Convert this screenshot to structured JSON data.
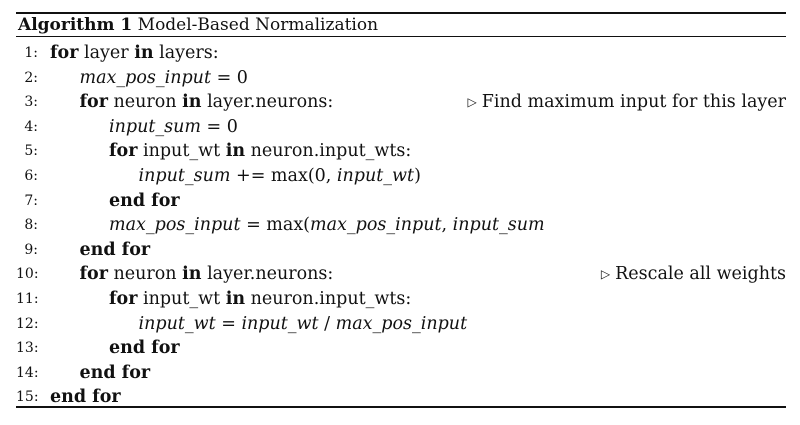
{
  "algorithm": {
    "label": "Algorithm 1",
    "title": "Model-Based Normalization",
    "lines": [
      {
        "num": "1:",
        "indent": 0,
        "parts": [
          {
            "t": "for",
            "s": "kw"
          },
          {
            "t": " layer "
          },
          {
            "t": "in",
            "s": "kw"
          },
          {
            "t": " layers:"
          }
        ]
      },
      {
        "num": "2:",
        "indent": 1,
        "parts": [
          {
            "t": "max_pos_input",
            "s": "it"
          },
          {
            "t": " = 0"
          }
        ]
      },
      {
        "num": "3:",
        "indent": 1,
        "parts": [
          {
            "t": "for",
            "s": "kw"
          },
          {
            "t": " neuron "
          },
          {
            "t": "in",
            "s": "kw"
          },
          {
            "t": " layer.neurons:"
          }
        ],
        "comment": "Find maximum input for this layer"
      },
      {
        "num": "4:",
        "indent": 2,
        "parts": [
          {
            "t": "input_sum",
            "s": "it"
          },
          {
            "t": " = 0"
          }
        ]
      },
      {
        "num": "5:",
        "indent": 2,
        "parts": [
          {
            "t": "for",
            "s": "kw"
          },
          {
            "t": " input_wt "
          },
          {
            "t": "in",
            "s": "kw"
          },
          {
            "t": " neuron.input_wts:"
          }
        ]
      },
      {
        "num": "6:",
        "indent": 3,
        "parts": [
          {
            "t": "input_sum",
            "s": "it"
          },
          {
            "t": " += max(0, "
          },
          {
            "t": "input_wt",
            "s": "it"
          },
          {
            "t": ")"
          }
        ]
      },
      {
        "num": "7:",
        "indent": 2,
        "parts": [
          {
            "t": "end for",
            "s": "kw"
          }
        ]
      },
      {
        "num": "8:",
        "indent": 2,
        "parts": [
          {
            "t": "max_pos_input",
            "s": "it"
          },
          {
            "t": " = max("
          },
          {
            "t": "max_pos_input",
            "s": "it"
          },
          {
            "t": ", "
          },
          {
            "t": "input_sum",
            "s": "it"
          }
        ]
      },
      {
        "num": "9:",
        "indent": 1,
        "parts": [
          {
            "t": "end for",
            "s": "kw"
          }
        ]
      },
      {
        "num": "10:",
        "indent": 1,
        "parts": [
          {
            "t": "for",
            "s": "kw"
          },
          {
            "t": " neuron "
          },
          {
            "t": "in",
            "s": "kw"
          },
          {
            "t": " layer.neurons:"
          }
        ],
        "comment": "Rescale all weights"
      },
      {
        "num": "11:",
        "indent": 2,
        "parts": [
          {
            "t": "for",
            "s": "kw"
          },
          {
            "t": " input_wt "
          },
          {
            "t": "in",
            "s": "kw"
          },
          {
            "t": " neuron.input_wts:"
          }
        ]
      },
      {
        "num": "12:",
        "indent": 3,
        "parts": [
          {
            "t": "input_wt",
            "s": "it"
          },
          {
            "t": " = "
          },
          {
            "t": "input_wt",
            "s": "it"
          },
          {
            "t": " / "
          },
          {
            "t": "max_pos_input",
            "s": "it"
          }
        ]
      },
      {
        "num": "13:",
        "indent": 2,
        "parts": [
          {
            "t": "end for",
            "s": "kw"
          }
        ]
      },
      {
        "num": "14:",
        "indent": 1,
        "parts": [
          {
            "t": "end for",
            "s": "kw"
          }
        ]
      },
      {
        "num": "15:",
        "indent": 0,
        "parts": [
          {
            "t": "end for",
            "s": "kw"
          }
        ]
      }
    ]
  }
}
